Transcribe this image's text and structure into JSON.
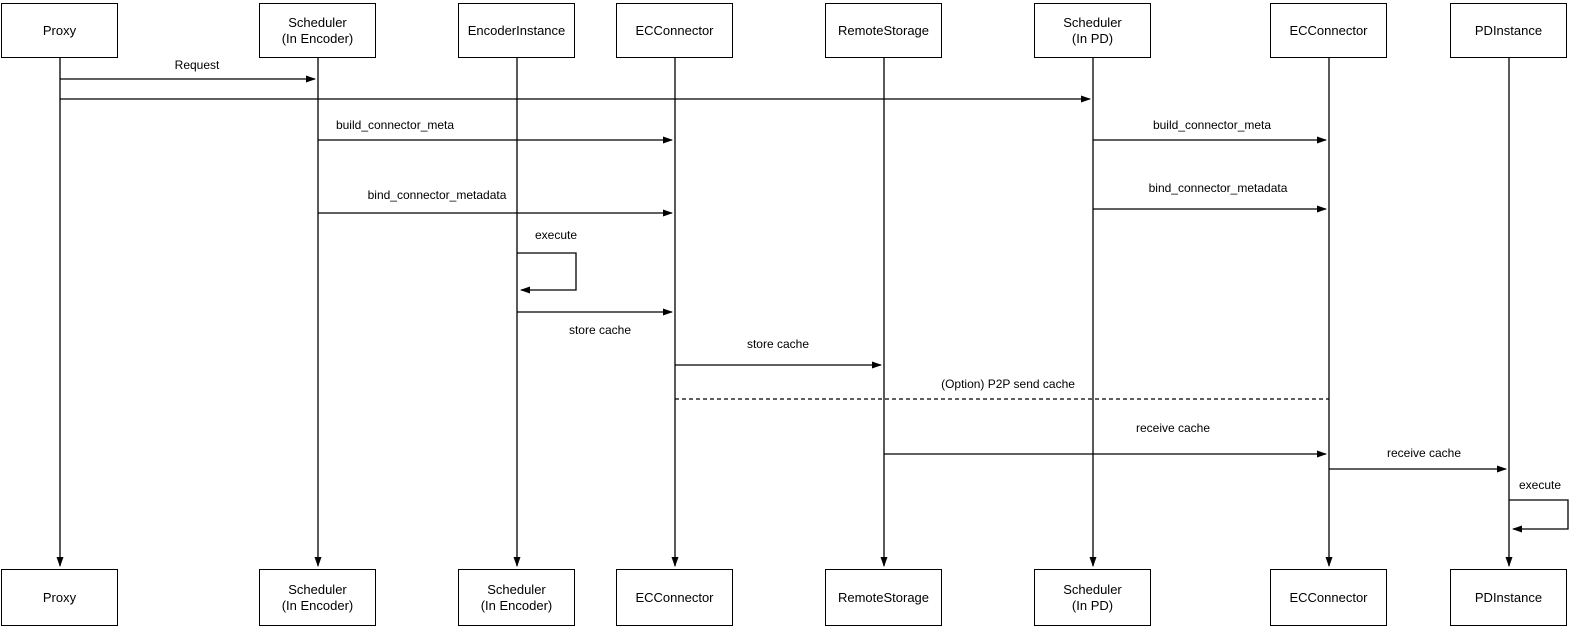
{
  "diagram": {
    "kind": "uml-sequence-diagram",
    "background_color": "#ffffff",
    "stroke_color": "#000000",
    "text_color": "#000000",
    "participants": [
      {
        "id": "proxy",
        "top_label": "Proxy",
        "bottom_label": "Proxy"
      },
      {
        "id": "scheduler-in-encoder",
        "top_label": "Scheduler\n(In Encoder)",
        "bottom_label": "Scheduler\n(In Encoder)"
      },
      {
        "id": "encoder-instance",
        "top_label": "EncoderInstance",
        "bottom_label": "Scheduler\n(In Encoder)"
      },
      {
        "id": "ec-connector-encoder",
        "top_label": "ECConnector",
        "bottom_label": "ECConnector"
      },
      {
        "id": "remote-storage",
        "top_label": "RemoteStorage",
        "bottom_label": "RemoteStorage"
      },
      {
        "id": "scheduler-in-pd",
        "top_label": "Scheduler\n(In PD)",
        "bottom_label": "Scheduler\n(In PD)"
      },
      {
        "id": "ec-connector-pd",
        "top_label": "ECConnector",
        "bottom_label": "ECConnector"
      },
      {
        "id": "pd-instance",
        "top_label": "PDInstance",
        "bottom_label": "PDInstance"
      }
    ],
    "messages": [
      {
        "label": "Request",
        "from": "Proxy",
        "to": "Scheduler (In Encoder)",
        "style": "solid"
      },
      {
        "label": "",
        "from": "Proxy",
        "to": "Scheduler (In PD)",
        "style": "solid"
      },
      {
        "label": "build_connector_meta",
        "from": "Scheduler (In Encoder)",
        "to": "ECConnector",
        "style": "solid"
      },
      {
        "label": "bind_connector_metadata",
        "from": "Scheduler (In Encoder)",
        "to": "ECConnector",
        "style": "solid"
      },
      {
        "label": "build_connector_meta",
        "from": "Scheduler (In PD)",
        "to": "ECConnector",
        "style": "solid"
      },
      {
        "label": "bind_connector_metadata",
        "from": "Scheduler (In PD)",
        "to": "ECConnector",
        "style": "solid"
      },
      {
        "label": "execute",
        "from": "EncoderInstance",
        "to": "EncoderInstance",
        "style": "self"
      },
      {
        "label": "store cache",
        "from": "EncoderInstance",
        "to": "ECConnector",
        "style": "solid"
      },
      {
        "label": "store cache",
        "from": "ECConnector",
        "to": "RemoteStorage",
        "style": "solid"
      },
      {
        "label": "(Option) P2P send cache",
        "from": "ECConnector",
        "to": "ECConnector (In PD)",
        "style": "dashed"
      },
      {
        "label": "receive cache",
        "from": "RemoteStorage",
        "to": "ECConnector (In PD)",
        "style": "solid"
      },
      {
        "label": "receive cache",
        "from": "ECConnector (In PD)",
        "to": "PDInstance",
        "style": "solid"
      },
      {
        "label": "execute",
        "from": "PDInstance",
        "to": "PDInstance",
        "style": "self"
      }
    ]
  }
}
